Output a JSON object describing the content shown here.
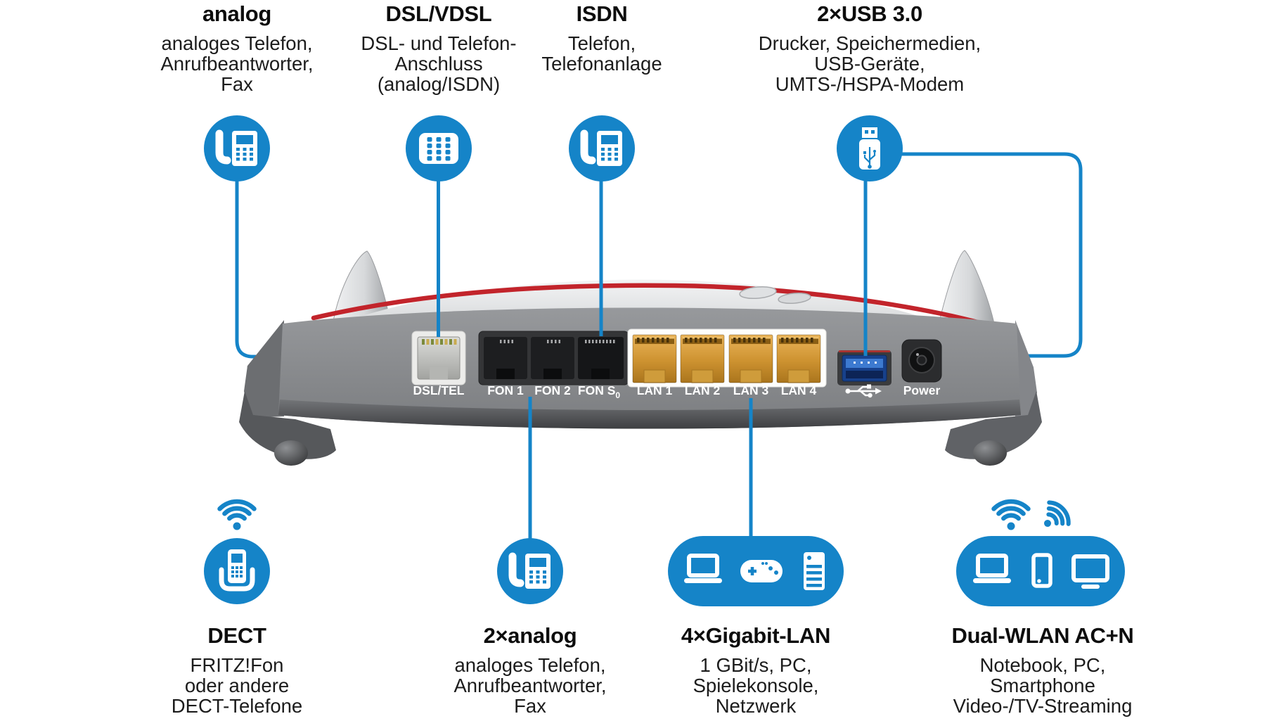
{
  "colors": {
    "blue": "#1584c8",
    "red": "#c2242b",
    "body_gray": "#8a8c8f",
    "lan_orange": "#d79a33"
  },
  "top_sections": [
    {
      "heading": "analog",
      "lines": [
        "analoges Telefon,",
        "Anrufbeantworter,",
        "Fax"
      ]
    },
    {
      "heading": "DSL/VDSL",
      "lines": [
        "DSL- und Telefon-",
        "Anschluss",
        "(analog/ISDN)"
      ]
    },
    {
      "heading": "ISDN",
      "lines": [
        "Telefon,",
        "Telefonanlage"
      ]
    },
    {
      "heading": "2×USB 3.0",
      "lines": [
        "Drucker, Speichermedien,",
        "USB-Geräte,",
        "UMTS-/HSPA-Modem"
      ]
    }
  ],
  "bottom_sections": [
    {
      "heading": "DECT",
      "lines": [
        "FRITZ!Fon",
        "oder andere",
        "DECT-Telefone"
      ]
    },
    {
      "heading": "2×analog",
      "lines": [
        "analoges Telefon,",
        "Anrufbeantworter,",
        "Fax"
      ]
    },
    {
      "heading": "4×Gigabit-LAN",
      "lines": [
        "1 GBit/s, PC,",
        "Spielekonsole,",
        "Netzwerk"
      ]
    },
    {
      "heading": "Dual-WLAN AC+N",
      "lines": [
        "Notebook, PC,",
        "Smartphone",
        "Video-/TV-Streaming"
      ]
    }
  ],
  "ports": {
    "dsl": "DSL/TEL",
    "fon1": "FON 1",
    "fon2": "FON 2",
    "fons": "FON S",
    "fons_sub": "0",
    "lan1": "LAN 1",
    "lan2": "LAN 2",
    "lan3": "LAN 3",
    "lan4": "LAN 4",
    "power": "Power"
  }
}
